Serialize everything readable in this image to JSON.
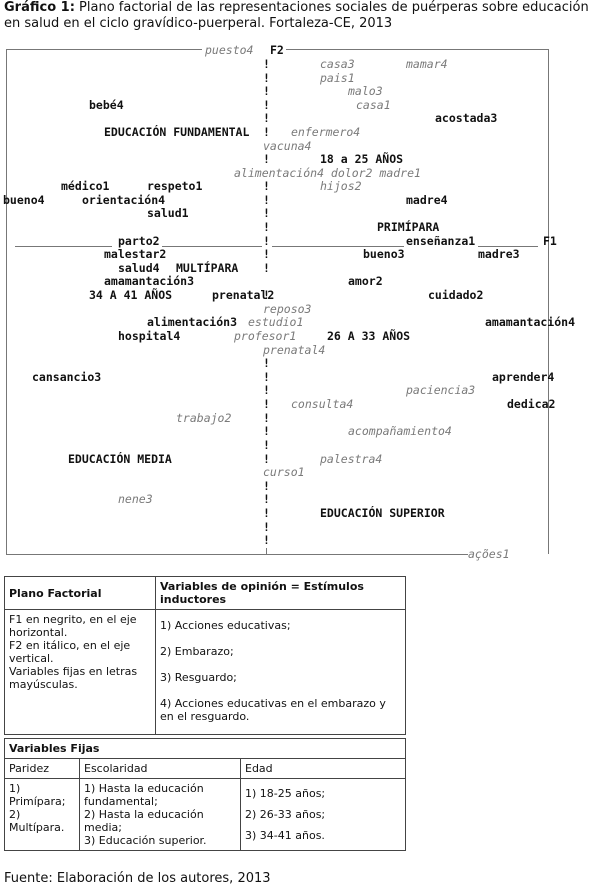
{
  "title": {
    "prefix": "Gráfico 1:",
    "text": " Plano factorial de las representaciones sociales de puérperas sobre educación en salud en el ciclo gravídico-puerperal. Fortaleza-CE, 2013"
  },
  "axes": {
    "top_left_label": "puesto4",
    "f2_label": "F2",
    "f1_label": "F1",
    "bottom_right_label": "ações1"
  },
  "points": [
    {
      "t": "casa3",
      "s": "i",
      "id": "p01"
    },
    {
      "t": "mamar4",
      "s": "i",
      "id": "p02"
    },
    {
      "t": "pais1",
      "s": "i",
      "id": "p03"
    },
    {
      "t": "malo3",
      "s": "i",
      "id": "p04"
    },
    {
      "t": "bebé4",
      "s": "b",
      "id": "p05"
    },
    {
      "t": "casa1",
      "s": "i",
      "id": "p06"
    },
    {
      "t": "acostada3",
      "s": "b",
      "id": "p07"
    },
    {
      "t": "EDUCACIÓN FUNDAMENTAL",
      "s": "b",
      "id": "p08"
    },
    {
      "t": "enfermero4",
      "s": "i",
      "id": "p09"
    },
    {
      "t": "vacuna4",
      "s": "i",
      "id": "p10"
    },
    {
      "t": "18 a 25 AÑOS",
      "s": "b",
      "id": "p11"
    },
    {
      "t": "alimentación4 dolor2 madre1",
      "s": "i",
      "id": "p12"
    },
    {
      "t": "médico1",
      "s": "b",
      "id": "p13"
    },
    {
      "t": "respeto1",
      "s": "b",
      "id": "p14"
    },
    {
      "t": "hijos2",
      "s": "i",
      "id": "p15"
    },
    {
      "t": "bueno4",
      "s": "b",
      "id": "p16"
    },
    {
      "t": "orientación4",
      "s": "b",
      "id": "p17"
    },
    {
      "t": "madre4",
      "s": "b",
      "id": "p18"
    },
    {
      "t": "salud1",
      "s": "b",
      "id": "p19"
    },
    {
      "t": "PRIMÍPARA",
      "s": "b",
      "id": "p20"
    },
    {
      "t": "parto2",
      "s": "b",
      "id": "p21"
    },
    {
      "t": "enseñanza1",
      "s": "b",
      "id": "p22"
    },
    {
      "t": "malestar2",
      "s": "b",
      "id": "p23"
    },
    {
      "t": "bueno3",
      "s": "b",
      "id": "p24"
    },
    {
      "t": "madre3",
      "s": "b",
      "id": "p25"
    },
    {
      "t": "salud4",
      "s": "b",
      "id": "p26"
    },
    {
      "t": "MULTÍPARA",
      "s": "b",
      "id": "p27"
    },
    {
      "t": "amamantación3",
      "s": "b",
      "id": "p28"
    },
    {
      "t": "amor2",
      "s": "b",
      "id": "p29"
    },
    {
      "t": "34 A 41 AÑOS",
      "s": "b",
      "id": "p30"
    },
    {
      "t": "prenatal2",
      "s": "b",
      "id": "p31"
    },
    {
      "t": "cuidado2",
      "s": "b",
      "id": "p32"
    },
    {
      "t": "reposo3",
      "s": "i",
      "id": "p33"
    },
    {
      "t": "alimentación3",
      "s": "b",
      "id": "p34"
    },
    {
      "t": "estudio1",
      "s": "i",
      "id": "p35"
    },
    {
      "t": "amamantación4",
      "s": "b",
      "id": "p36"
    },
    {
      "t": "hospital4",
      "s": "b",
      "id": "p37"
    },
    {
      "t": "profesor1",
      "s": "i",
      "id": "p38"
    },
    {
      "t": "26 A 33 AÑOS",
      "s": "b",
      "id": "p39"
    },
    {
      "t": "prenatal4",
      "s": "i",
      "id": "p40"
    },
    {
      "t": "cansancio3",
      "s": "b",
      "id": "p41"
    },
    {
      "t": "aprender4",
      "s": "b",
      "id": "p42"
    },
    {
      "t": "paciencia3",
      "s": "i",
      "id": "p43"
    },
    {
      "t": "consulta4",
      "s": "i",
      "id": "p44"
    },
    {
      "t": "dedica2",
      "s": "b",
      "id": "p45"
    },
    {
      "t": "trabajo2",
      "s": "i",
      "id": "p46"
    },
    {
      "t": "acompañamiento4",
      "s": "i",
      "id": "p47"
    },
    {
      "t": "EDUCACIÓN MEDIA",
      "s": "b",
      "id": "p48"
    },
    {
      "t": "palestra4",
      "s": "i",
      "id": "p49"
    },
    {
      "t": "curso1",
      "s": "i",
      "id": "p50"
    },
    {
      "t": "nene3",
      "s": "i",
      "id": "p51"
    },
    {
      "t": "EDUCACIÓN SUPERIOR",
      "s": "b",
      "id": "p52"
    }
  ],
  "axis_marker": "!",
  "table": {
    "plano_header": "Plano Factorial",
    "plano_text": [
      "F1 en negrito, en el eje horizontal.",
      "F2 en itálico, en el eje vertical.",
      "Variables fijas en letras mayúsculas."
    ],
    "vars_header": "Variables de opinión = Estímulos inductores",
    "vars_items": [
      "1) Acciones educativas;",
      "2) Embarazo;",
      "3) Resguardo;",
      "4) Acciones educativas en el embarazo y en el resguardo."
    ],
    "fijas_header": "Variables Fijas",
    "col_paridez": "Paridez",
    "col_escolaridad": "Escolaridad",
    "col_edad": "Edad",
    "paridez_items": [
      "1) Primípara;",
      "2) Multípara."
    ],
    "escolaridad_items": [
      "1) Hasta la educación fundamental;",
      "2) Hasta la educación media;",
      "3) Educación superior."
    ],
    "edad_items": [
      "1) 18-25 años;",
      "2) 26-33 años;",
      "3) 34-41 años."
    ]
  },
  "footer": "Fuente: Elaboración de los autores, 2013"
}
